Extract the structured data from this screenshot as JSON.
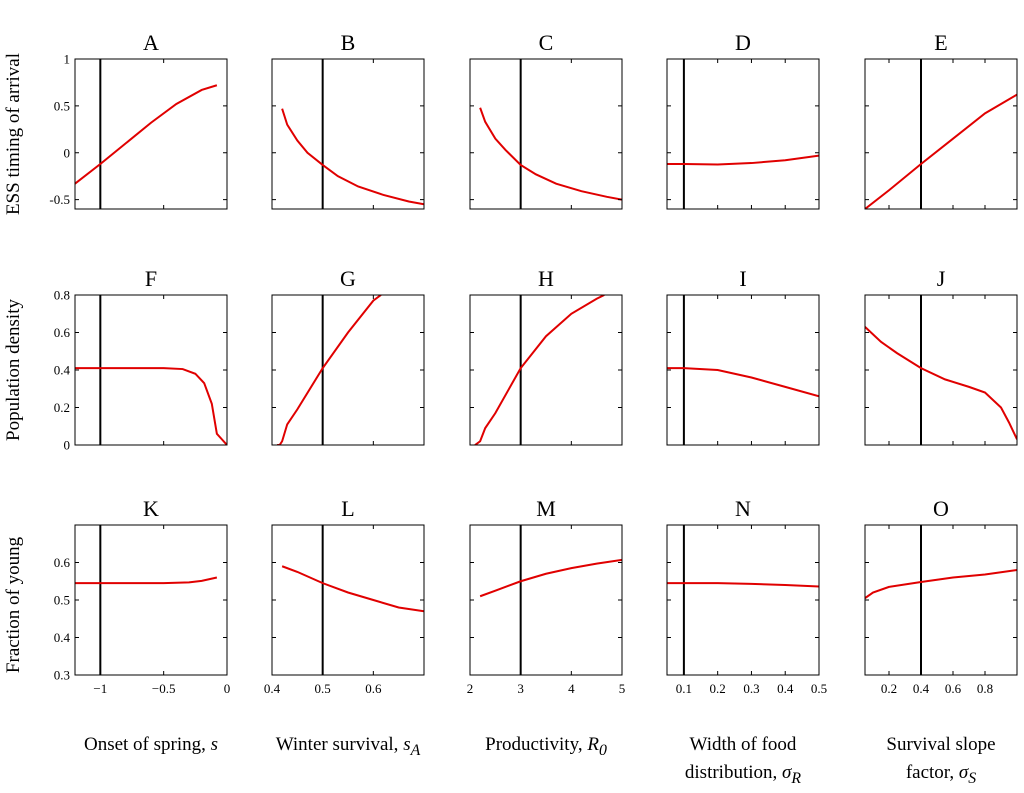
{
  "chart_data": {
    "type": "line",
    "layout": "3 rows x 5 columns small multiples",
    "line_color": "#e00000",
    "reference_line_color": "#000000",
    "row_ylabels": [
      "ESS timing of arrival",
      "Population density",
      "Fraction of young"
    ],
    "row_ylims": [
      [
        -0.6,
        1.0
      ],
      [
        0,
        0.8
      ],
      [
        0.3,
        0.7
      ]
    ],
    "row_yticks": [
      [
        {
          "v": -0.5,
          "t": "-0.5"
        },
        {
          "v": 0,
          "t": "0"
        },
        {
          "v": 0.5,
          "t": "0.5"
        },
        {
          "v": 1,
          "t": "1"
        }
      ],
      [
        {
          "v": 0,
          "t": "0"
        },
        {
          "v": 0.2,
          "t": "0.2"
        },
        {
          "v": 0.4,
          "t": "0.4"
        },
        {
          "v": 0.6,
          "t": "0.6"
        },
        {
          "v": 0.8,
          "t": "0.8"
        }
      ],
      [
        {
          "v": 0.3,
          "t": "0.3"
        },
        {
          "v": 0.4,
          "t": "0.4"
        },
        {
          "v": 0.5,
          "t": "0.5"
        },
        {
          "v": 0.6,
          "t": "0.6"
        }
      ]
    ],
    "columns": [
      {
        "xlabel": {
          "text": "Onset of spring, ",
          "var": "s",
          "sub": "",
          "line2": ""
        },
        "xlim": [
          -1.2,
          0
        ],
        "xticks": [
          {
            "v": -1,
            "t": "−1"
          },
          {
            "v": -0.5,
            "t": "−0.5"
          },
          {
            "v": 0,
            "t": "0"
          }
        ],
        "reference_x": -1
      },
      {
        "xlabel": {
          "text": "Winter survival, ",
          "var": "s",
          "sub": "A",
          "line2": ""
        },
        "xlim": [
          0.4,
          0.7
        ],
        "xticks": [
          {
            "v": 0.4,
            "t": "0.4"
          },
          {
            "v": 0.5,
            "t": "0.5"
          },
          {
            "v": 0.6,
            "t": "0.6"
          }
        ],
        "reference_x": 0.5
      },
      {
        "xlabel": {
          "text": "Productivity, ",
          "var": "R",
          "sub": "0",
          "line2": ""
        },
        "xlim": [
          2,
          5
        ],
        "xticks": [
          {
            "v": 2,
            "t": "2"
          },
          {
            "v": 3,
            "t": "3"
          },
          {
            "v": 4,
            "t": "4"
          },
          {
            "v": 5,
            "t": "5"
          }
        ],
        "reference_x": 3
      },
      {
        "xlabel": {
          "text": "Width of food",
          "var": "σ",
          "sub": "R",
          "line2": "distribution, "
        },
        "xlim": [
          0.05,
          0.5
        ],
        "xticks": [
          {
            "v": 0.1,
            "t": "0.1"
          },
          {
            "v": 0.2,
            "t": "0.2"
          },
          {
            "v": 0.3,
            "t": "0.3"
          },
          {
            "v": 0.4,
            "t": "0.4"
          },
          {
            "v": 0.5,
            "t": "0.5"
          }
        ],
        "reference_x": 0.1
      },
      {
        "xlabel": {
          "text": "Survival slope",
          "var": "σ",
          "sub": "S",
          "line2": "factor, "
        },
        "xlim": [
          0.05,
          1.0
        ],
        "xticks": [
          {
            "v": 0.2,
            "t": "0.2"
          },
          {
            "v": 0.4,
            "t": "0.4"
          },
          {
            "v": 0.6,
            "t": "0.6"
          },
          {
            "v": 0.8,
            "t": "0.8"
          }
        ],
        "reference_x": 0.4
      }
    ],
    "panels": [
      {
        "label": "A",
        "x": [
          -1.2,
          -1.0,
          -0.8,
          -0.6,
          -0.4,
          -0.2,
          -0.08
        ],
        "y": [
          -0.33,
          -0.12,
          0.1,
          0.32,
          0.52,
          0.67,
          0.72
        ]
      },
      {
        "label": "B",
        "x": [
          0.42,
          0.43,
          0.45,
          0.47,
          0.5,
          0.53,
          0.57,
          0.62,
          0.67,
          0.7
        ],
        "y": [
          0.47,
          0.3,
          0.13,
          0.0,
          -0.13,
          -0.25,
          -0.36,
          -0.45,
          -0.52,
          -0.55
        ]
      },
      {
        "label": "C",
        "x": [
          2.2,
          2.3,
          2.5,
          2.7,
          3.0,
          3.3,
          3.7,
          4.2,
          4.7,
          5.0
        ],
        "y": [
          0.48,
          0.33,
          0.15,
          0.03,
          -0.13,
          -0.23,
          -0.33,
          -0.41,
          -0.47,
          -0.5
        ]
      },
      {
        "label": "D",
        "x": [
          0.05,
          0.1,
          0.2,
          0.3,
          0.4,
          0.5
        ],
        "y": [
          -0.12,
          -0.12,
          -0.125,
          -0.11,
          -0.08,
          -0.03
        ]
      },
      {
        "label": "E",
        "x": [
          0.05,
          0.2,
          0.4,
          0.6,
          0.8,
          1.0
        ],
        "y": [
          -0.6,
          -0.4,
          -0.12,
          0.15,
          0.42,
          0.62
        ]
      },
      {
        "label": "F",
        "x": [
          -1.2,
          -1.0,
          -0.7,
          -0.5,
          -0.35,
          -0.25,
          -0.18,
          -0.12,
          -0.08,
          -0.04,
          0.0
        ],
        "y": [
          0.41,
          0.41,
          0.41,
          0.41,
          0.405,
          0.38,
          0.33,
          0.22,
          0.06,
          0.03,
          0.0
        ]
      },
      {
        "label": "G",
        "x": [
          0.41,
          0.415,
          0.42,
          0.43,
          0.45,
          0.5,
          0.55,
          0.6,
          0.615
        ],
        "y": [
          0.0,
          0.0,
          0.02,
          0.11,
          0.19,
          0.41,
          0.6,
          0.77,
          0.8
        ]
      },
      {
        "label": "H",
        "x": [
          2.1,
          2.2,
          2.3,
          2.5,
          3.0,
          3.5,
          4.0,
          4.5,
          4.65
        ],
        "y": [
          0.0,
          0.02,
          0.09,
          0.17,
          0.41,
          0.58,
          0.7,
          0.78,
          0.8
        ]
      },
      {
        "label": "I",
        "x": [
          0.05,
          0.1,
          0.2,
          0.3,
          0.4,
          0.5
        ],
        "y": [
          0.41,
          0.41,
          0.4,
          0.36,
          0.31,
          0.26
        ]
      },
      {
        "label": "J",
        "x": [
          0.05,
          0.15,
          0.25,
          0.4,
          0.55,
          0.7,
          0.8,
          0.9,
          0.95,
          1.0
        ],
        "y": [
          0.63,
          0.55,
          0.49,
          0.41,
          0.35,
          0.31,
          0.28,
          0.2,
          0.12,
          0.03
        ]
      },
      {
        "label": "K",
        "x": [
          -1.2,
          -1.0,
          -0.5,
          -0.3,
          -0.2,
          -0.08
        ],
        "y": [
          0.545,
          0.545,
          0.545,
          0.547,
          0.551,
          0.56
        ]
      },
      {
        "label": "L",
        "x": [
          0.42,
          0.45,
          0.5,
          0.55,
          0.6,
          0.65,
          0.7
        ],
        "y": [
          0.59,
          0.575,
          0.545,
          0.52,
          0.5,
          0.48,
          0.47
        ]
      },
      {
        "label": "M",
        "x": [
          2.2,
          2.5,
          3.0,
          3.5,
          4.0,
          4.5,
          5.0
        ],
        "y": [
          0.51,
          0.525,
          0.55,
          0.57,
          0.585,
          0.597,
          0.607
        ]
      },
      {
        "label": "N",
        "x": [
          0.05,
          0.1,
          0.2,
          0.3,
          0.4,
          0.5
        ],
        "y": [
          0.545,
          0.545,
          0.545,
          0.543,
          0.54,
          0.536
        ]
      },
      {
        "label": "O",
        "x": [
          0.05,
          0.1,
          0.2,
          0.4,
          0.6,
          0.8,
          1.0
        ],
        "y": [
          0.505,
          0.52,
          0.535,
          0.548,
          0.56,
          0.568,
          0.58
        ]
      }
    ]
  }
}
